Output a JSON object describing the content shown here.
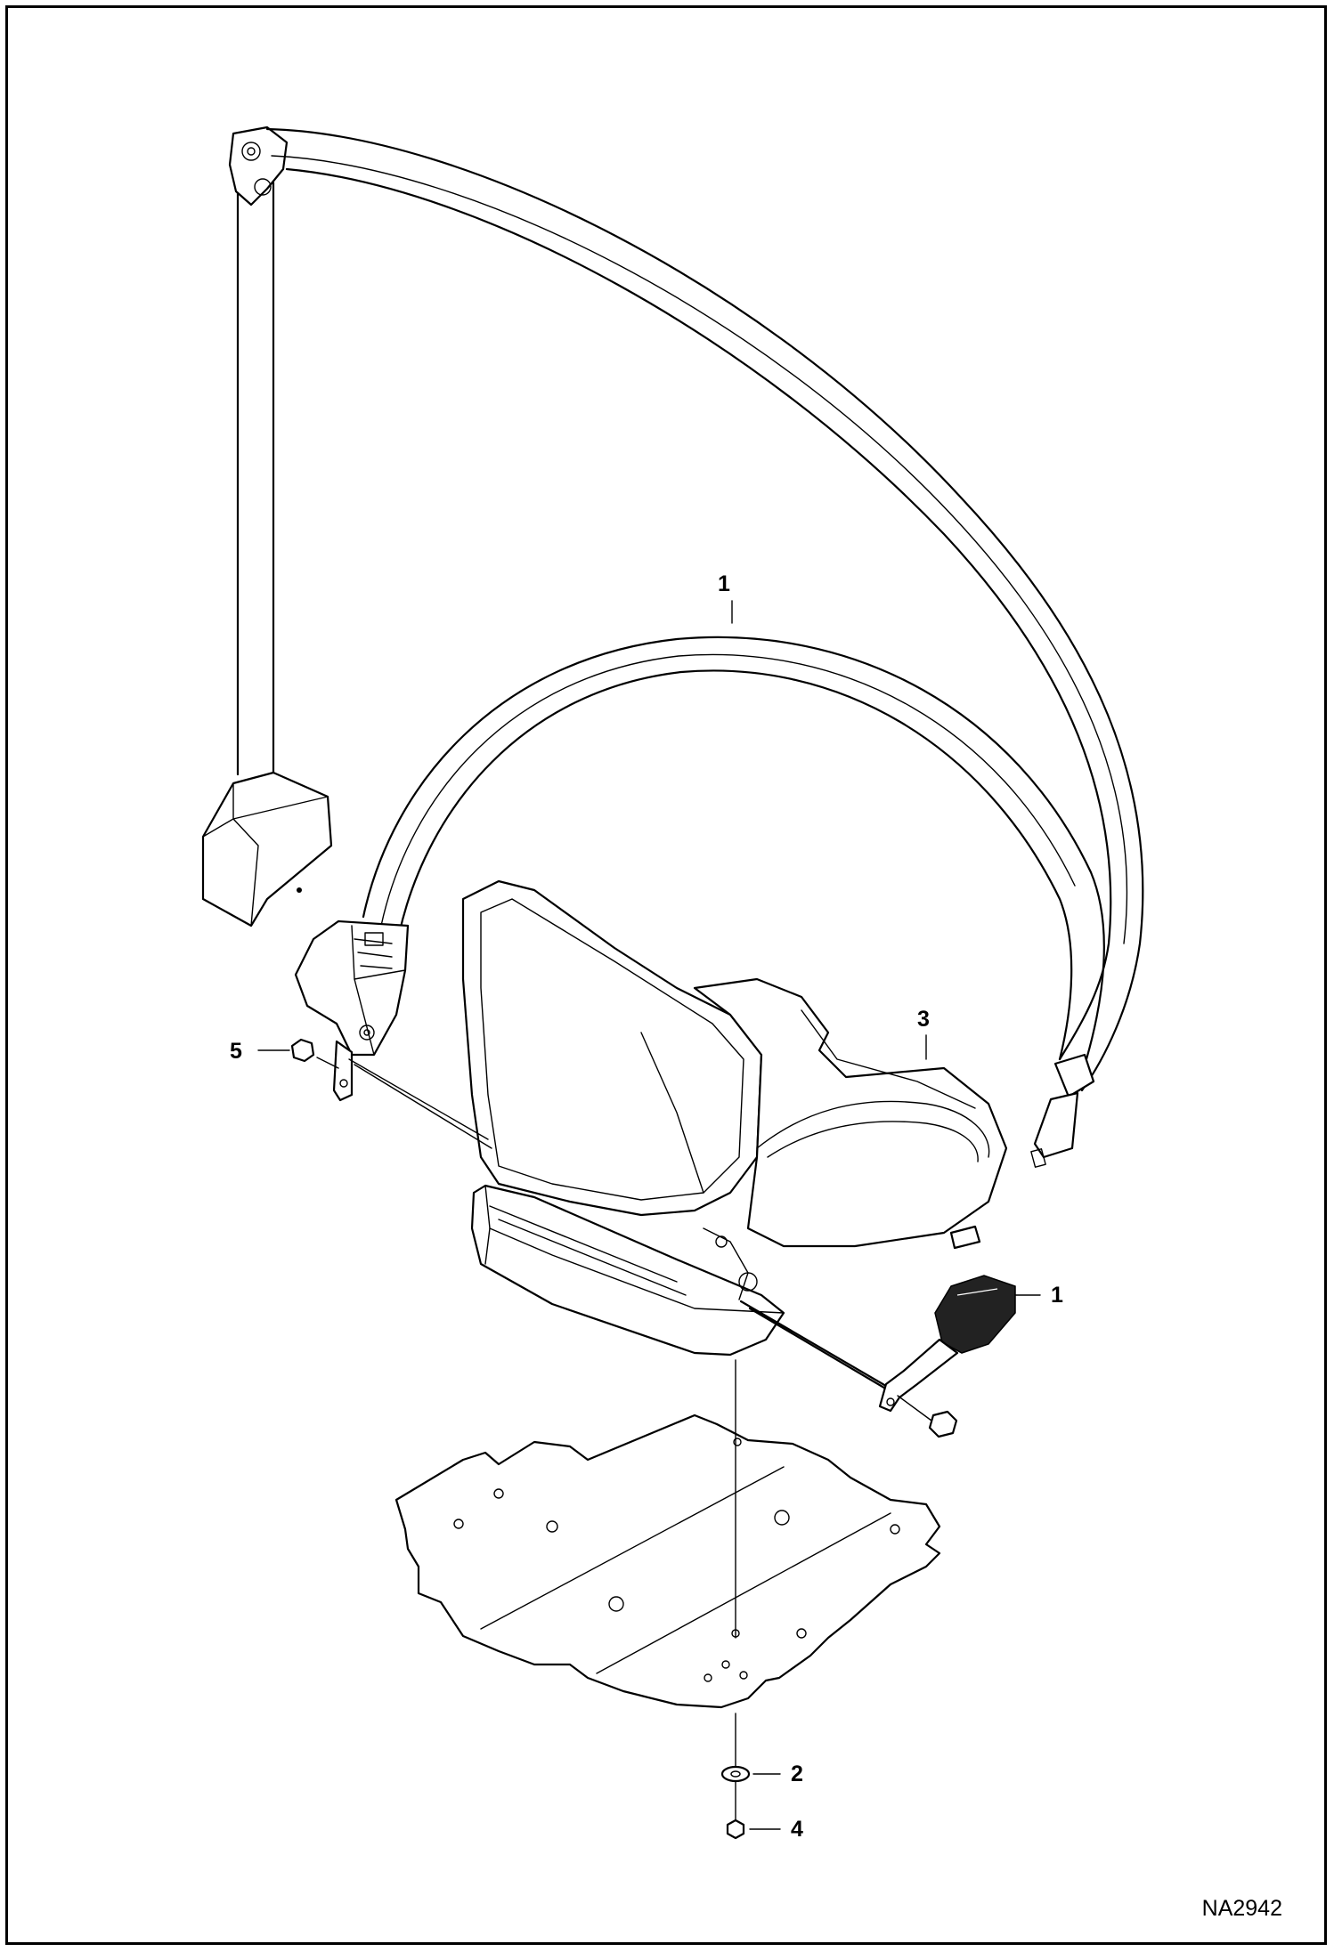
{
  "figure_id": "NA2942",
  "callouts": [
    {
      "label": "1",
      "target": "lap-belt"
    },
    {
      "label": "1",
      "target": "buckle"
    },
    {
      "label": "2",
      "target": "washer"
    },
    {
      "label": "3",
      "target": "seat"
    },
    {
      "label": "4",
      "target": "nut-bottom"
    },
    {
      "label": "5",
      "target": "nut-left"
    }
  ]
}
